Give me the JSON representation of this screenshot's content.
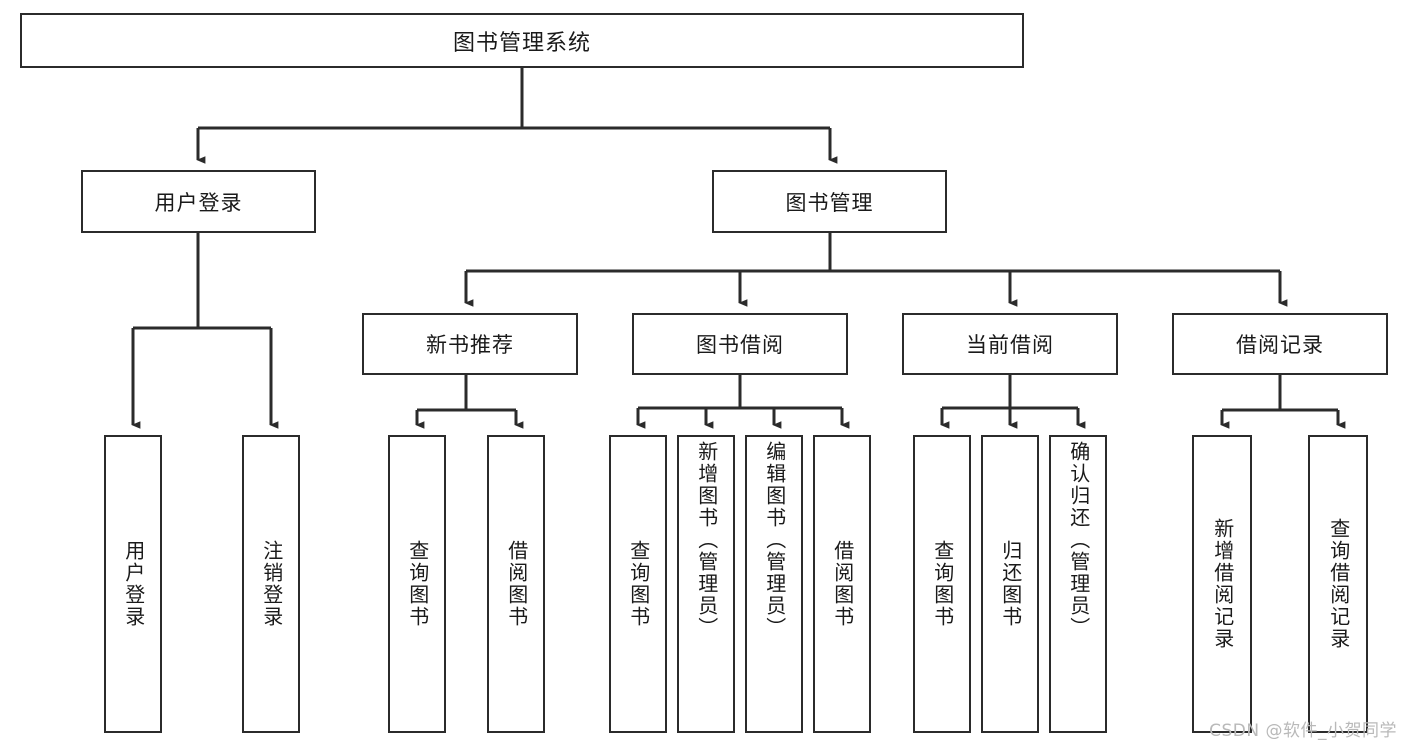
{
  "diagram": {
    "title": "图书管理系统",
    "type": "tree-hierarchy-chart",
    "colors": {
      "box_border": "#2b2b2b",
      "box_fill": "#ffffff",
      "edge": "#2b2b2b",
      "text": "#1a1a1a",
      "watermark": "#b9b9b9",
      "background": "#ffffff"
    }
  },
  "root": {
    "label": "图书管理系统"
  },
  "level2": [
    {
      "id": "user-login",
      "label": "用户登录"
    },
    {
      "id": "book-management",
      "label": "图书管理"
    }
  ],
  "level3": [
    {
      "id": "new-book-recommend",
      "label": "新书推荐"
    },
    {
      "id": "book-borrow",
      "label": "图书借阅"
    },
    {
      "id": "current-borrow",
      "label": "当前借阅"
    },
    {
      "id": "borrow-record",
      "label": "借阅记录"
    }
  ],
  "leaves": {
    "user_login": [
      {
        "id": "leaf-user-login",
        "label": "用户登录"
      },
      {
        "id": "leaf-logout-login",
        "label": "注销登录"
      }
    ],
    "new_book_recommend": [
      {
        "id": "leaf-query-book-1",
        "label": "查询图书"
      },
      {
        "id": "leaf-borrow-book-1",
        "label": "借阅图书"
      }
    ],
    "book_borrow": [
      {
        "id": "leaf-query-book-2",
        "label": "查询图书"
      },
      {
        "id": "leaf-add-book",
        "label": "新增图书（管理员）"
      },
      {
        "id": "leaf-edit-book",
        "label": "编辑图书（管理员）"
      },
      {
        "id": "leaf-borrow-book-2",
        "label": "借阅图书"
      }
    ],
    "current_borrow": [
      {
        "id": "leaf-query-book-3",
        "label": "查询图书"
      },
      {
        "id": "leaf-return-book",
        "label": "归还图书"
      },
      {
        "id": "leaf-confirm-return",
        "label": "确认归还（管理员）"
      }
    ],
    "borrow_record": [
      {
        "id": "leaf-add-record",
        "label": "新增借阅记录"
      },
      {
        "id": "leaf-query-record",
        "label": "查询借阅记录"
      }
    ]
  },
  "watermark": {
    "text": "CSDN @软件_小贺同学"
  }
}
